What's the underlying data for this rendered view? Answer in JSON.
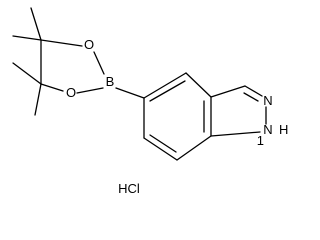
{
  "molecule": {
    "atom_labels": {
      "o1": "O",
      "o2": "O",
      "b": "B",
      "n": "N",
      "nh_n": "N",
      "nh_h": "H",
      "nh_1": "1"
    },
    "salt_label": "HCl"
  }
}
